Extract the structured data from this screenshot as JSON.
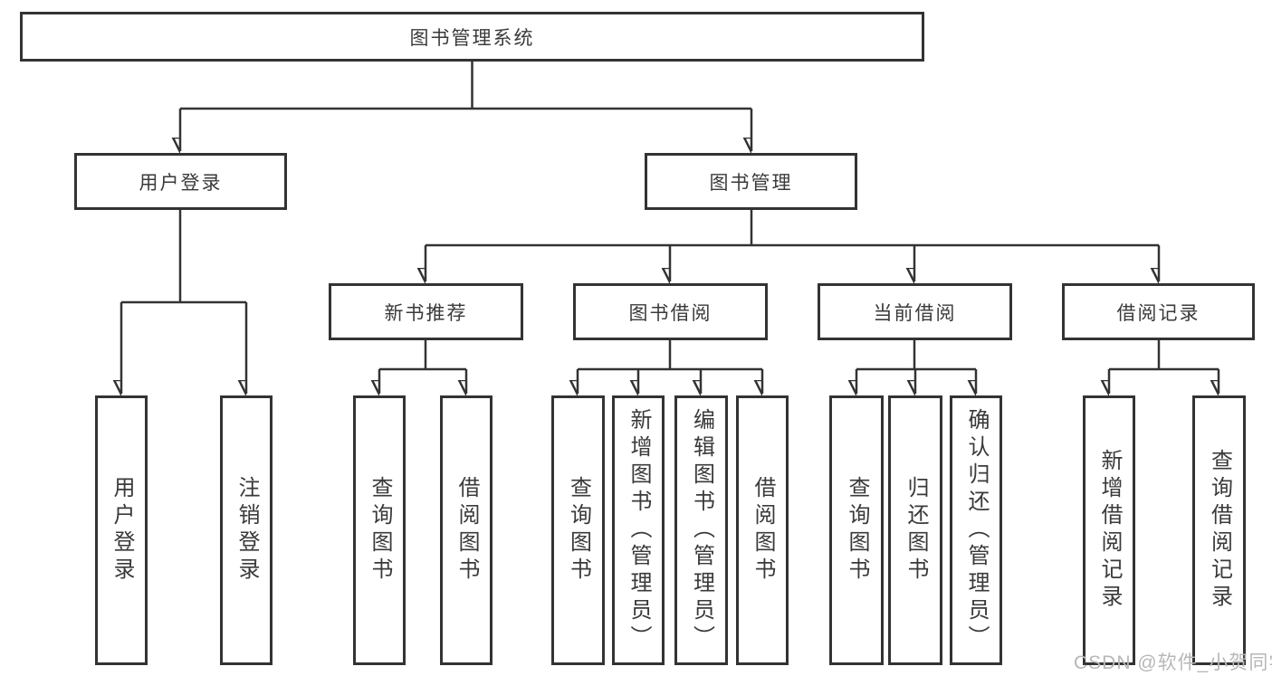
{
  "root": {
    "label": "图书管理系统"
  },
  "level1": {
    "user_login": {
      "label": "用户登录"
    },
    "book_management": {
      "label": "图书管理"
    }
  },
  "level2": {
    "new_book_recommend": {
      "label": "新书推荐"
    },
    "book_borrow": {
      "label": "图书借阅"
    },
    "current_borrow": {
      "label": "当前借阅"
    },
    "borrow_records": {
      "label": "借阅记录"
    }
  },
  "leaves": {
    "user_login": "用户登录",
    "logout": "注销登录",
    "nb_query_book": "查询图书",
    "nb_borrow_book": "借阅图书",
    "bb_query_book": "查询图书",
    "bb_add_book": "新增图书（管理员）",
    "bb_edit_book": "编辑图书（管理员）",
    "bb_borrow_book": "借阅图书",
    "cb_query_book": "查询图书",
    "cb_return_book": "归还图书",
    "cb_confirm_return": "确认归还（管理员）",
    "br_add_record": "新增借阅记录",
    "br_query_record": "查询借阅记录"
  },
  "watermark": "CSDN @软件_小贺同学",
  "colors": {
    "line": "#333333",
    "text": "#3a3a3a",
    "watermark": "#b7b7b7",
    "background": "#ffffff"
  }
}
